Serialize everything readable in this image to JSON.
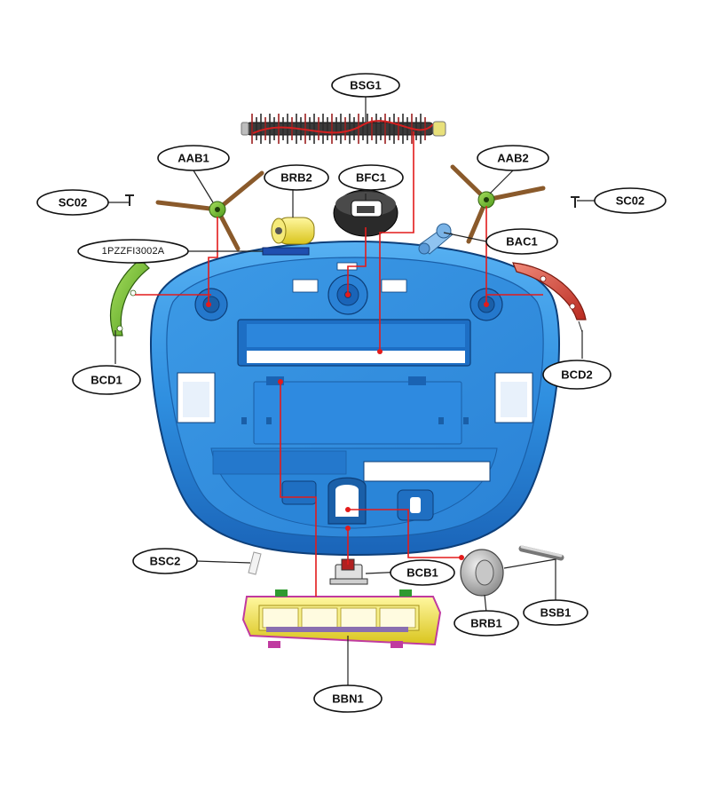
{
  "diagram": {
    "type": "exploded-parts-view",
    "colors": {
      "base_body": "#2f8fe0",
      "base_dark": "#1a64b8",
      "connector": "#e31b1b",
      "bumper_strip": "#7dcc32",
      "bumper_strip_right": "#d94a3a",
      "brush_bristle": "#9c1f1f",
      "filter_frame": "#e4e21c",
      "filter_outline": "#c03aa0"
    },
    "labels": {
      "BSG1": "BSG1",
      "AAB1": "AAB1",
      "AAB2": "AAB2",
      "SC02_left": "SC02",
      "SC02_right": "SC02",
      "BRB2": "BRB2",
      "BFC1": "BFC1",
      "BAC1": "BAC1",
      "PN": "1PZZFI3002A",
      "BCD1": "BCD1",
      "BCD2": "BCD2",
      "BSC2": "BSC2",
      "BCB1": "BCB1",
      "BRB1": "BRB1",
      "BSB1": "BSB1",
      "BBN1": "BBN1"
    }
  }
}
